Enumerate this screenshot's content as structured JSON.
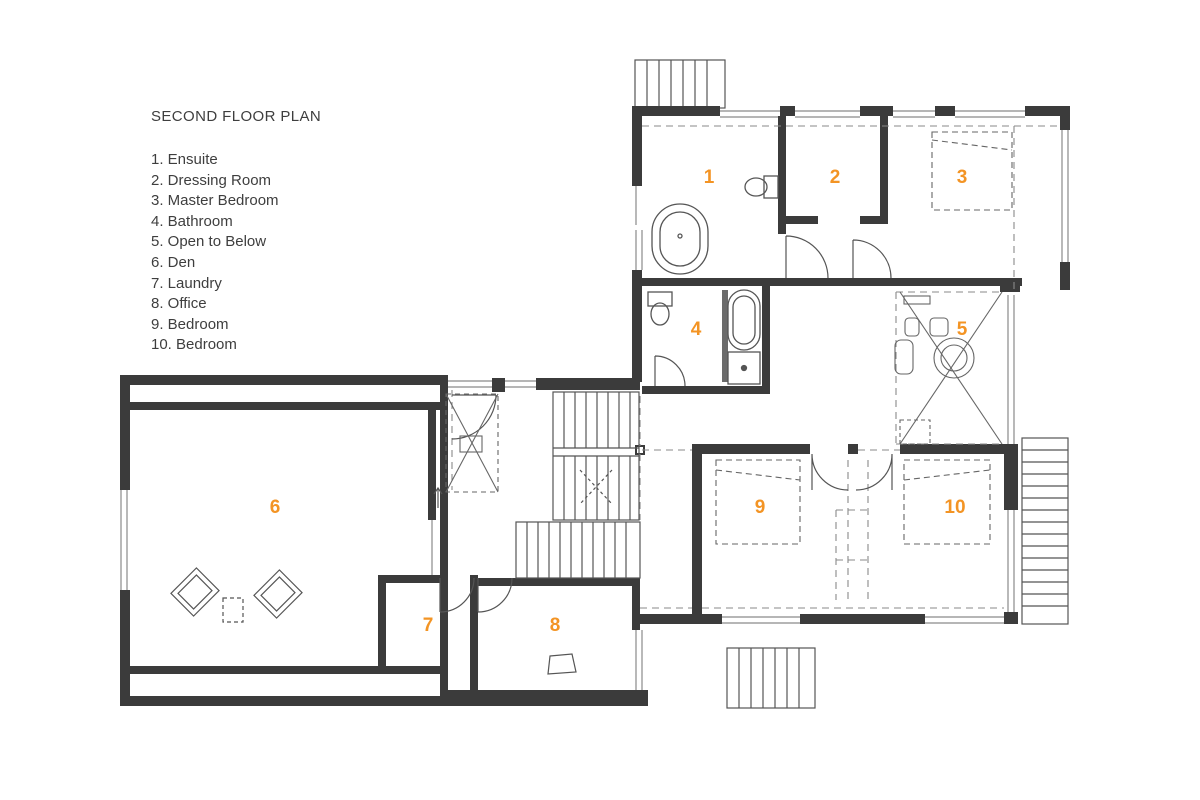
{
  "title": "SECOND FLOOR PLAN",
  "legend": [
    "1. Ensuite",
    "2. Dressing Room",
    "3. Master Bedroom",
    "4. Bathroom",
    "5. Open to Below",
    "6. Den",
    "7. Laundry",
    "8. Office",
    "9. Bedroom",
    "10. Bedroom"
  ],
  "rooms": [
    "1",
    "2",
    "3",
    "4",
    "5",
    "6",
    "7",
    "8",
    "9",
    "10"
  ],
  "colors": {
    "wall": "#3b3b3b",
    "line": "#8a8a8a",
    "room_number": "#f39424",
    "text": "#3e3e3e"
  }
}
